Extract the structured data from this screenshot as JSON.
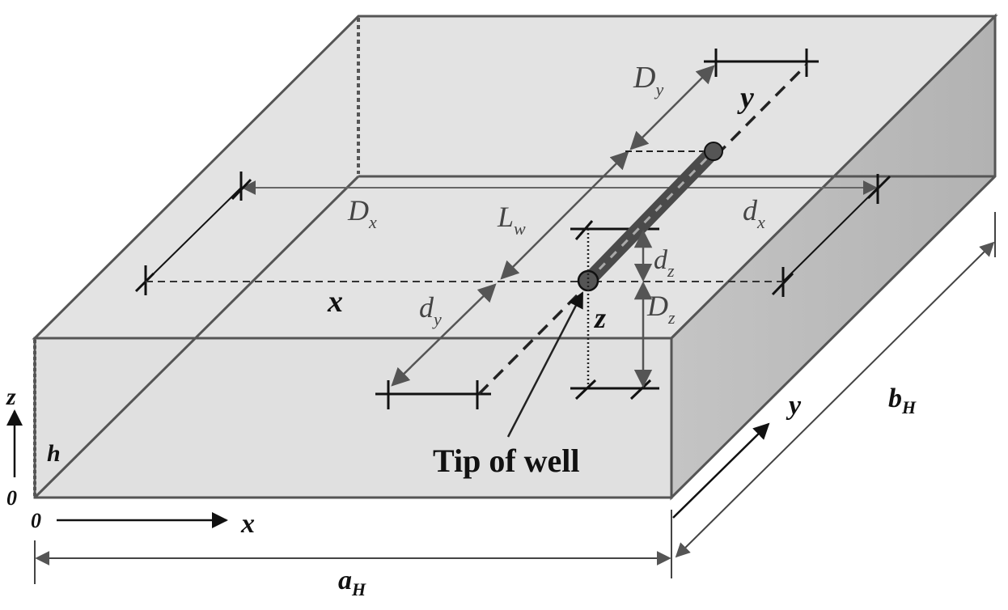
{
  "diagram": {
    "title": "Horizontal well in a box-shaped reservoir",
    "colors": {
      "top_face": "#e3e3e3",
      "front_face": "#e0e0e0",
      "right_face": "#bdbdbd",
      "edge": "#555555",
      "well": "#555555"
    },
    "labels": {
      "Dy": {
        "main": "D",
        "sub": "y"
      },
      "y_well": "y",
      "Dx": {
        "main": "D",
        "sub": "x"
      },
      "dx": {
        "main": "d",
        "sub": "x"
      },
      "Lw": {
        "main": "L",
        "sub": "w"
      },
      "dz": {
        "main": "d",
        "sub": "z"
      },
      "x_well": "x",
      "dy": {
        "main": "d",
        "sub": "y"
      },
      "Dz": {
        "main": "D",
        "sub": "z"
      },
      "z_well": "z",
      "tip": "Tip of well",
      "axis_z": "z",
      "h": "h",
      "origin_z": "0",
      "origin_x": "0",
      "axis_x": "x",
      "axis_y": "y",
      "bH": {
        "main": "b",
        "sub": "H"
      },
      "aH": {
        "main": "a",
        "sub": "H"
      }
    }
  }
}
